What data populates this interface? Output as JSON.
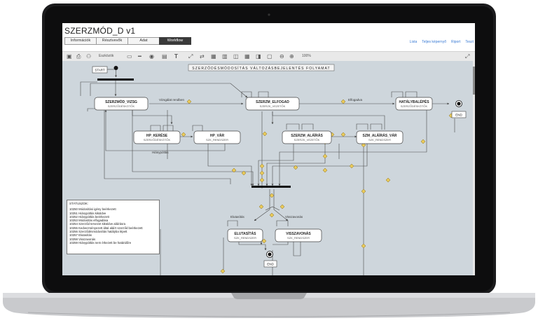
{
  "app": {
    "title": "SZERZMÓD_D v1",
    "tabs": [
      {
        "label": "Információk",
        "active": false
      },
      {
        "label": "Résztvevők",
        "active": false
      },
      {
        "label": "Adat",
        "active": false
      },
      {
        "label": "Workflow",
        "active": true
      }
    ],
    "links": [
      "Lista",
      "Teljes képernyő",
      "Riport",
      "Teszt"
    ],
    "toolbar": {
      "tools_label": "Eszközök",
      "zoom": "100%"
    }
  },
  "diagram": {
    "title": "SZERZŐDÉSMÓDOSÍTÁS VÁLTOZÁSBEJELENTÉS FOLYAMAT",
    "start_label": "START",
    "end_label": "END",
    "nodes": [
      {
        "id": "vizsg",
        "name": "SZERZMÓD_VIZSG",
        "role": "SZERZŐDÉSKÖTŐK"
      },
      {
        "id": "elfogad",
        "name": "SZERZM_ELFOGAD",
        "role": "SZERZK_VEZETŐK"
      },
      {
        "id": "hatalyba",
        "name": "HATÁLYBALÉPÉS",
        "role": "SZERZŐDÉSKÖTŐK"
      },
      {
        "id": "hp_keres",
        "name": "HP_KERÉSE",
        "role": "SZERZŐDÉSKÖTŐK"
      },
      {
        "id": "hp_var",
        "name": "HP_VÁR",
        "role": "SZK_RENDSZER"
      },
      {
        "id": "alairas",
        "name": "SZERZM_ALÁÍRÁS",
        "role": "SZERZK_VEZETŐK"
      },
      {
        "id": "alairas_var",
        "name": "SZM_ALÁÍRÁS_VÁR",
        "role": "SZK_RENDSZER"
      },
      {
        "id": "elutasitas",
        "name": "ELUTASÍTÁS",
        "role": "SZK_RENDSZER"
      },
      {
        "id": "visszavonas",
        "name": "VISSZAVONÁS",
        "role": "SZK_RENDSZER"
      }
    ],
    "edge_labels": {
      "vizsgalat": "Vizsgálat rendben",
      "elfogadva": "Elfogadva",
      "hianypotlas": "Hiánypótlás",
      "elutasitas": "Elutasítás",
      "visszavonas": "Visszavonás"
    },
    "legend": {
      "title": "STÁTUSZOK:",
      "items": [
        "10250 Módosítási igény beérkezett",
        "10251 Hiánypótlás kiküldve",
        "10252 Hiánypótlás beérkezett",
        "10253 Módosítás elfogadása",
        "10254 Szerződ tervezet kiküldve aláírásra",
        "10255 Kedvezményezett által aláírt szerződ beérkezett",
        "10256 Szerződésmódosítás hatályba lépett",
        "10257 Elutasítás",
        "10258 Visszavonás",
        "10259 Hiánypótlás nem érkezett be határidőre"
      ]
    }
  }
}
